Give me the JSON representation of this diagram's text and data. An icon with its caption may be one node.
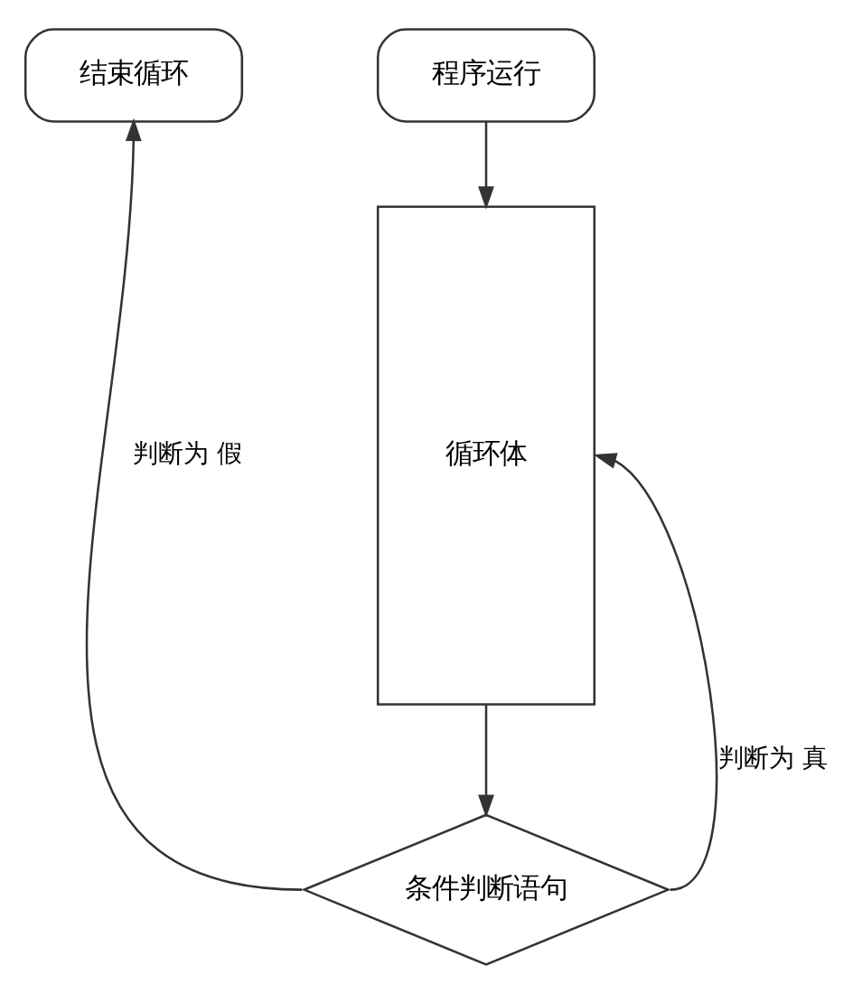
{
  "diagram": {
    "nodes": [
      {
        "text": [
          "结束循环"
        ]
      },
      {
        "text": [
          "程序运行"
        ]
      },
      {
        "text": [
          "循环体"
        ]
      },
      {
        "text": [
          "条件判断语句"
        ]
      }
    ],
    "edges": [
      {
        "from": 1,
        "to": 2,
        "arrow": "to"
      },
      {
        "from": 2,
        "to": 3,
        "arrow": "to"
      },
      {
        "from": 3,
        "to": 0,
        "arrow": "to",
        "label": "判断为 假"
      },
      {
        "from": 3,
        "to": 2,
        "arrow": "to",
        "label": "判断为 真"
      }
    ]
  }
}
